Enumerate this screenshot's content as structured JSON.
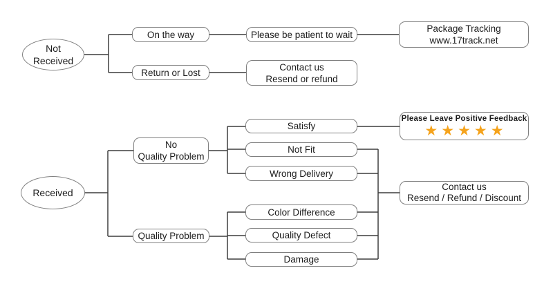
{
  "diagram": {
    "colors": {
      "background": "#ffffff",
      "connector_line": "#3d3d3d",
      "box_border": "#7f7f7f",
      "text": "#1c1c1c",
      "star": "#f5a31c"
    },
    "nodes": {
      "not_received": {
        "lines": [
          "Not",
          "Received"
        ]
      },
      "on_the_way": {
        "lines": [
          "On the way"
        ]
      },
      "be_patient": {
        "lines": [
          "Please be patient to wait"
        ]
      },
      "package_tracking": {
        "lines": [
          "Package Tracking",
          "www.17track.net"
        ]
      },
      "return_or_lost": {
        "lines": [
          "Return or Lost"
        ]
      },
      "contact_resend_refund": {
        "lines": [
          "Contact us",
          "Resend or refund"
        ]
      },
      "received": {
        "lines": [
          "Received"
        ]
      },
      "no_quality_problem": {
        "lines": [
          "No",
          "Quality Problem"
        ]
      },
      "quality_problem": {
        "lines": [
          "Quality Problem"
        ]
      },
      "satisfy": {
        "lines": [
          "Satisfy"
        ]
      },
      "not_fit": {
        "lines": [
          "Not Fit"
        ]
      },
      "wrong_delivery": {
        "lines": [
          "Wrong Delivery"
        ]
      },
      "color_difference": {
        "lines": [
          "Color Difference"
        ]
      },
      "quality_defect": {
        "lines": [
          "Quality Defect"
        ]
      },
      "damage": {
        "lines": [
          "Damage"
        ]
      },
      "positive_feedback": {
        "label": "Please Leave Positive Feedback",
        "stars": "★★★★★",
        "star_count": 5
      },
      "contact_discount": {
        "lines": [
          "Contact us",
          "Resend / Refund / Discount"
        ]
      }
    },
    "edges": [
      [
        "not_received",
        "on_the_way"
      ],
      [
        "not_received",
        "return_or_lost"
      ],
      [
        "on_the_way",
        "be_patient"
      ],
      [
        "be_patient",
        "package_tracking"
      ],
      [
        "return_or_lost",
        "contact_resend_refund"
      ],
      [
        "received",
        "no_quality_problem"
      ],
      [
        "received",
        "quality_problem"
      ],
      [
        "no_quality_problem",
        "satisfy"
      ],
      [
        "no_quality_problem",
        "not_fit"
      ],
      [
        "no_quality_problem",
        "wrong_delivery"
      ],
      [
        "quality_problem",
        "color_difference"
      ],
      [
        "quality_problem",
        "quality_defect"
      ],
      [
        "quality_problem",
        "damage"
      ],
      [
        "satisfy",
        "positive_feedback"
      ],
      [
        "not_fit",
        "contact_discount"
      ],
      [
        "wrong_delivery",
        "contact_discount"
      ],
      [
        "color_difference",
        "contact_discount"
      ],
      [
        "quality_defect",
        "contact_discount"
      ],
      [
        "damage",
        "contact_discount"
      ]
    ]
  }
}
